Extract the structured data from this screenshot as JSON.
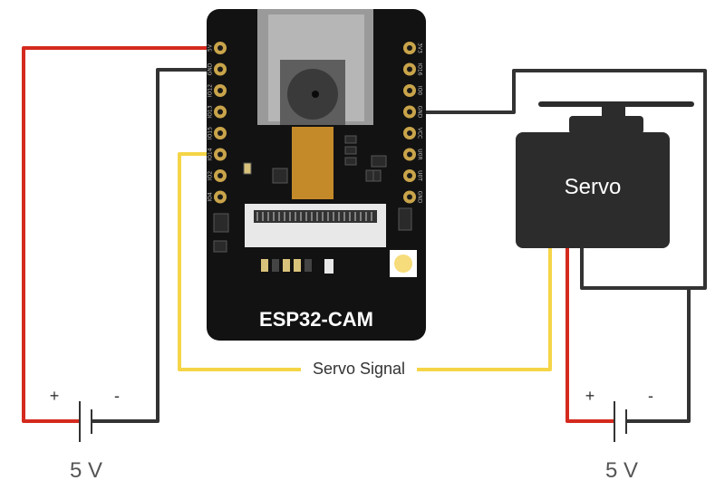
{
  "board": {
    "name": "ESP32-CAM",
    "left_pins": [
      "5V",
      "GND",
      "IO12",
      "IO13",
      "IO15",
      "IO14",
      "IO2",
      "IO4"
    ],
    "right_pins": [
      "3V3",
      "IO16",
      "IO0",
      "GND",
      "VCC",
      "U0R",
      "U0T",
      "GND"
    ]
  },
  "servo": {
    "label": "Servo"
  },
  "signal": {
    "label": "Servo Signal"
  },
  "battery_left": {
    "plus": "+",
    "minus": "-",
    "voltage": "5 V"
  },
  "battery_right": {
    "plus": "+",
    "minus": "-",
    "voltage": "5 V"
  },
  "colors": {
    "power_wire": "#d42a1e",
    "ground_wire": "#333333",
    "signal_wire": "#f5d547",
    "board": "#121212",
    "servo_body": "#2c2c2c"
  }
}
